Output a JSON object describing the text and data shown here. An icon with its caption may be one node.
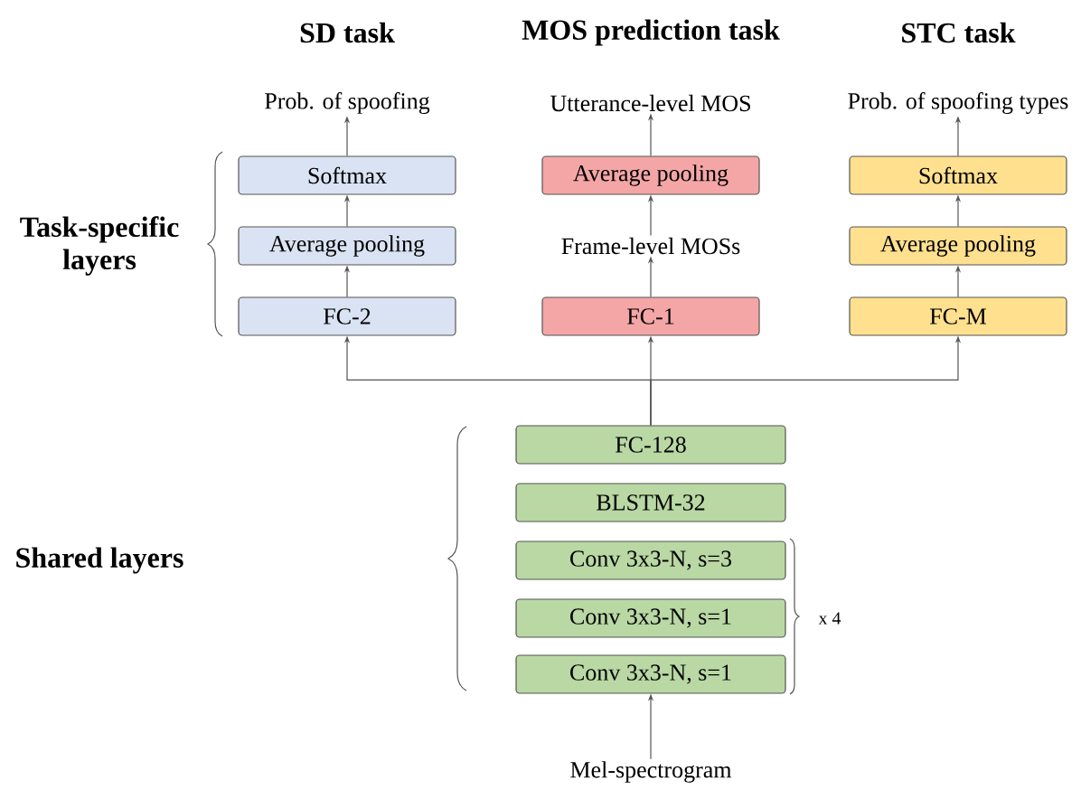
{
  "diagram": {
    "nodes": [
      {
        "text": [
          "Prob. of spoofing"
        ]
      },
      {
        "text": [
          "Utterance-level MOS"
        ]
      },
      {
        "text": [
          "Prob. of spoofing types"
        ]
      },
      {
        "text": [
          "Softmax"
        ]
      },
      {
        "text": [
          "Average pooling"
        ]
      },
      {
        "text": [
          "Softmax"
        ]
      },
      {
        "text": [
          "Average pooling"
        ]
      },
      {
        "text": [
          "Frame-level MOSs"
        ]
      },
      {
        "text": [
          "Average pooling"
        ]
      },
      {
        "text": [
          "FC-2"
        ]
      },
      {
        "text": [
          "FC-1"
        ]
      },
      {
        "text": [
          "FC-M"
        ]
      },
      {
        "text": [
          "FC-128"
        ]
      },
      {
        "text": [
          "BLSTM-32"
        ]
      },
      {
        "text": [
          "Conv 3x3-N, s=3"
        ]
      },
      {
        "text": [
          "Conv 3x3-N, s=1"
        ]
      },
      {
        "text": [
          "Conv 3x3-N, s=1"
        ]
      },
      {
        "text": [
          "Mel-spectrogram"
        ]
      }
    ],
    "edges": [
      {
        "from": 3,
        "to": 0,
        "arrow": "to"
      },
      {
        "from": 6,
        "to": 3,
        "arrow": "to"
      },
      {
        "from": 9,
        "to": 6,
        "arrow": "to"
      },
      {
        "from": 4,
        "to": 1,
        "arrow": "to"
      },
      {
        "from": 7,
        "to": 4,
        "arrow": "to"
      },
      {
        "from": 10,
        "to": 7,
        "arrow": "to"
      },
      {
        "from": 5,
        "to": 2,
        "arrow": "to"
      },
      {
        "from": 8,
        "to": 5,
        "arrow": "to"
      },
      {
        "from": 11,
        "to": 8,
        "arrow": "to"
      },
      {
        "from": 12,
        "to": 9,
        "arrow": "to"
      },
      {
        "from": 12,
        "to": 10,
        "arrow": "to"
      },
      {
        "from": 12,
        "to": 11,
        "arrow": "to"
      },
      {
        "from": 17,
        "to": 16,
        "arrow": "to"
      }
    ],
    "labels": [
      "SD task",
      "MOS prediction task",
      "STC task",
      "Task-specific layers",
      "Shared layers",
      "x 4"
    ]
  }
}
